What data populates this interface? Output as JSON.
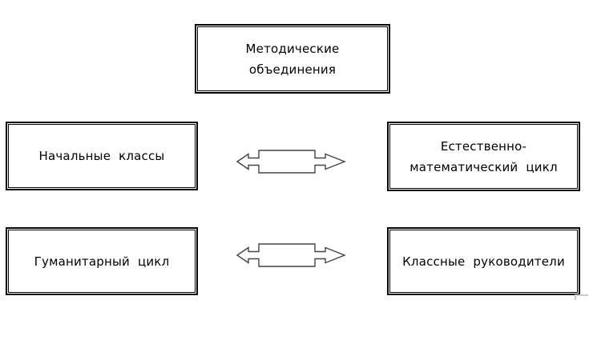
{
  "diagram": {
    "type": "org-structure",
    "nodes": {
      "top": {
        "label": "Методические\nобъединения"
      },
      "mid_left": {
        "label": "Начальные классы"
      },
      "mid_right": {
        "label": "Естественно-\nматематический цикл"
      },
      "bottom_left": {
        "label": "Гуманитарный цикл"
      },
      "bottom_right": {
        "label": "Классные руководители"
      }
    },
    "connectors": [
      {
        "type": "left-right-arrow",
        "between": "mid_left and mid_right"
      },
      {
        "type": "left-right-arrow",
        "between": "bottom_left and bottom_right"
      }
    ],
    "colors": {
      "background": "#ffffff",
      "node_border": "#000000",
      "node_fill": "#ffffff",
      "text": "#000000",
      "connector_outline": "#444444",
      "connector_fill": "#ffffff",
      "artifact_gray": "#c9c9c9"
    }
  }
}
